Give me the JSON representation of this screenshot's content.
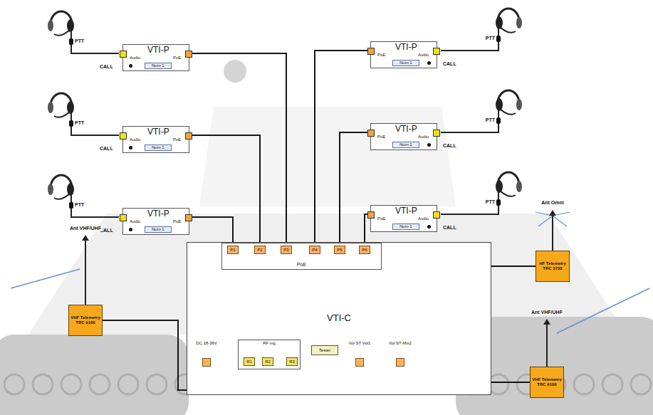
{
  "diagram": {
    "nodes": [
      {
        "text": [
          "VTI-P",
          "Audio",
          "PoE",
          "Num 1"
        ]
      },
      {
        "text": [
          "VTI-P",
          "Audio",
          "PoE",
          "Num 1"
        ]
      },
      {
        "text": [
          "VTI-P",
          "Audio",
          "PoE",
          "Num 1"
        ]
      },
      {
        "text": [
          "VTI-P",
          "Audio",
          "PoE",
          "Num 1"
        ]
      },
      {
        "text": [
          "VTI-P",
          "Audio",
          "PoE",
          "Num 1"
        ]
      },
      {
        "text": [
          "VTI-P",
          "Audio",
          "PoE",
          "Num 1"
        ]
      },
      {
        "text": [
          "VTI-C"
        ]
      },
      {
        "text": [
          "PoE"
        ],
        "in": 6
      },
      {
        "text": [
          "P1"
        ],
        "in": 7
      },
      {
        "text": [
          "P2"
        ],
        "in": 7
      },
      {
        "text": [
          "P3"
        ],
        "in": 7
      },
      {
        "text": [
          "P4"
        ],
        "in": 7
      },
      {
        "text": [
          "P5"
        ],
        "in": 7
      },
      {
        "text": [
          "P6"
        ],
        "in": 7
      },
      {
        "text": [
          "DC 18-36V"
        ],
        "in": 6
      },
      {
        "text": [
          "RF ing"
        ],
        "in": 6
      },
      {
        "text": [
          "R1"
        ],
        "in": 15
      },
      {
        "text": [
          "R2"
        ],
        "in": 15
      },
      {
        "text": [
          "R3"
        ],
        "in": 15
      },
      {
        "text": [
          "Tester"
        ],
        "in": 6
      },
      {
        "text": [
          "Vol ST Vol1"
        ],
        "in": 6
      },
      {
        "text": [
          "Vol ST Mix2"
        ],
        "in": 6
      },
      {
        "text": [
          "VHF Telemetry TRC 9100"
        ]
      },
      {
        "text": [
          "HF Telemetry TRC 3730"
        ]
      },
      {
        "text": [
          "VHF Telemetry TRC 9100"
        ]
      }
    ],
    "edges": [
      {
        "from": 0,
        "to": 10,
        "arrow": "none"
      },
      {
        "from": 1,
        "to": 11,
        "arrow": "none"
      },
      {
        "from": 2,
        "to": 9,
        "arrow": "none"
      },
      {
        "from": 3,
        "to": 12,
        "arrow": "none"
      },
      {
        "from": 4,
        "to": 8,
        "arrow": "none"
      },
      {
        "from": 5,
        "to": 13,
        "arrow": "none"
      },
      {
        "from": 16,
        "to": 22,
        "arrow": "none"
      },
      {
        "from": 17,
        "to": 24,
        "arrow": "none"
      },
      {
        "from": 18,
        "to": 23,
        "arrow": "none"
      }
    ],
    "labels": [
      "PTT",
      "CALL",
      "PTT",
      "CALL",
      "PTT",
      "CALL",
      "PTT",
      "CALL",
      "PTT",
      "CALL",
      "PTT",
      "CALL",
      "Ant VHF/UHF",
      "Ant Omni",
      "Ant VHF/UHF"
    ]
  }
}
